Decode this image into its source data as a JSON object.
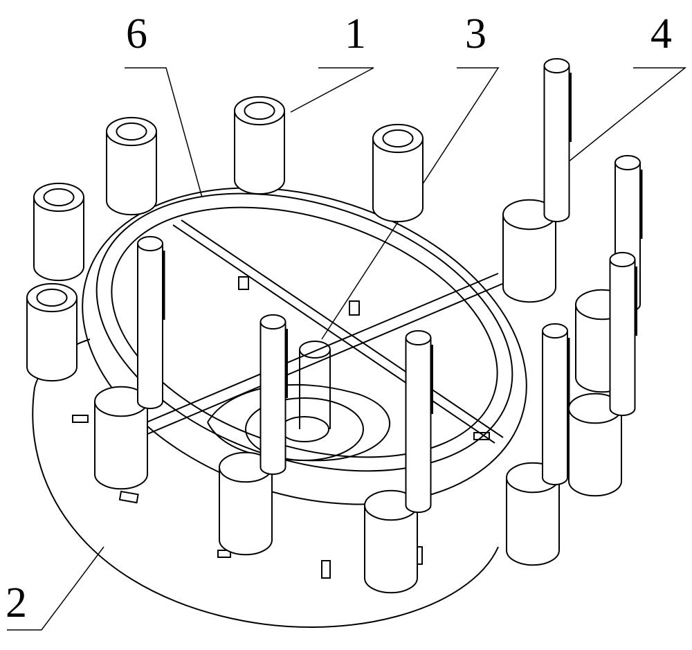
{
  "figure": {
    "labels": {
      "part_1": "1",
      "part_2": "2",
      "part_3": "3",
      "part_4": "4",
      "part_6": "6"
    },
    "colors": {
      "line": "#000000",
      "background": "#ffffff"
    }
  }
}
